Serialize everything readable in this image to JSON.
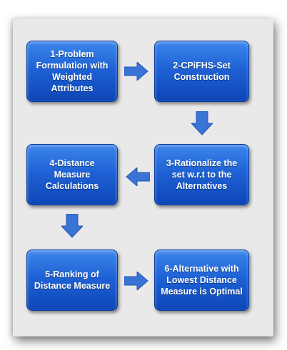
{
  "steps": [
    {
      "label": "1-Problem\nFormulation  with\nWeighted Attributes"
    },
    {
      "label": "2-CPiFHS-Set\nConstruction"
    },
    {
      "label": "3-Rationalize the\nset w.r.t  to the\nAlternatives"
    },
    {
      "label": "4-Distance Measure\nCalculations"
    },
    {
      "label": "5-Ranking of\nDistance Measure"
    },
    {
      "label": "6-Alternative with\nLowest Distance\nMeasure is Optimal"
    }
  ],
  "colors": {
    "box": "#1f62d6",
    "arrow": "#3a73d6",
    "panel": "#e9e9e9"
  },
  "icons": [
    "arrow-right-icon",
    "arrow-down-icon",
    "arrow-left-icon"
  ]
}
